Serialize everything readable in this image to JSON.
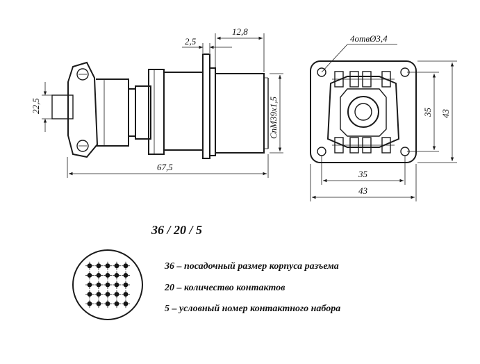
{
  "drawing": {
    "dimensions": {
      "flange_thickness": "2,5",
      "body_length": "12,8",
      "height_left": "22,5",
      "thread": "СпМ39х1,5",
      "total_length": "67,5",
      "holes": "4отвØ3,4",
      "hole_spacing_vertical": "35",
      "flange_height": "43",
      "hole_spacing_horizontal": "35",
      "flange_width": "43"
    }
  },
  "designation": {
    "code": "36 / 20 / 5",
    "legend": [
      "36 – посадочный размер корпуса разъема",
      "20 – количество контактов",
      "5 – условный номер контактного набора"
    ]
  }
}
